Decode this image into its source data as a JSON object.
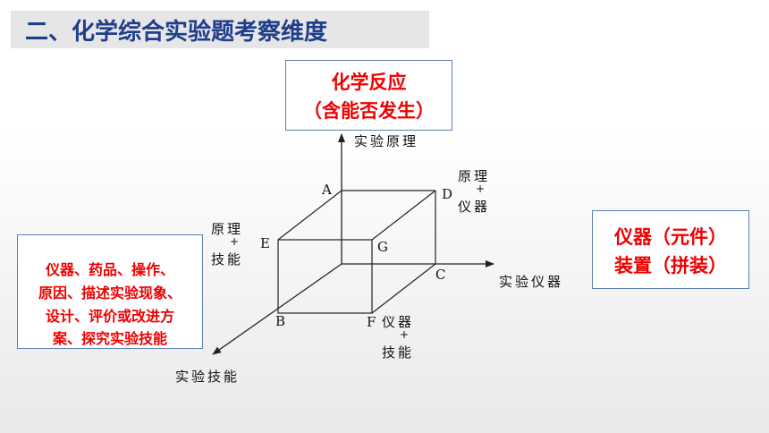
{
  "title": "二、化学综合实验题考察维度",
  "boxes": {
    "top": {
      "line1": "化学反应",
      "line2": "（含能否发生）"
    },
    "right": {
      "line1": "仪器（元件）",
      "line2": "装置（拼装）"
    },
    "left": {
      "lines": [
        "仪器、药品、操作、",
        "原因、描述实验现象、",
        "设计、评价或改进方",
        "案、探究实验技能"
      ]
    }
  },
  "axes": {
    "vertical": "实验原理",
    "horizontal": "实验仪器",
    "diagonal": "实验技能"
  },
  "points": {
    "A": "A",
    "B": "B",
    "C": "C",
    "D": "D",
    "E": "E",
    "F": "F",
    "G": "G"
  },
  "combos": {
    "D": {
      "top": "原理",
      "plus": "+",
      "bottom": "仪器"
    },
    "E": {
      "top": "原理",
      "plus": "+",
      "bottom": "技能"
    },
    "F": {
      "top": "仪器",
      "plus": "+",
      "bottom": "技能"
    }
  },
  "colors": {
    "title": "#1f3e8c",
    "emphasis": "#ee0000",
    "box_border": "#5a7fb3"
  }
}
